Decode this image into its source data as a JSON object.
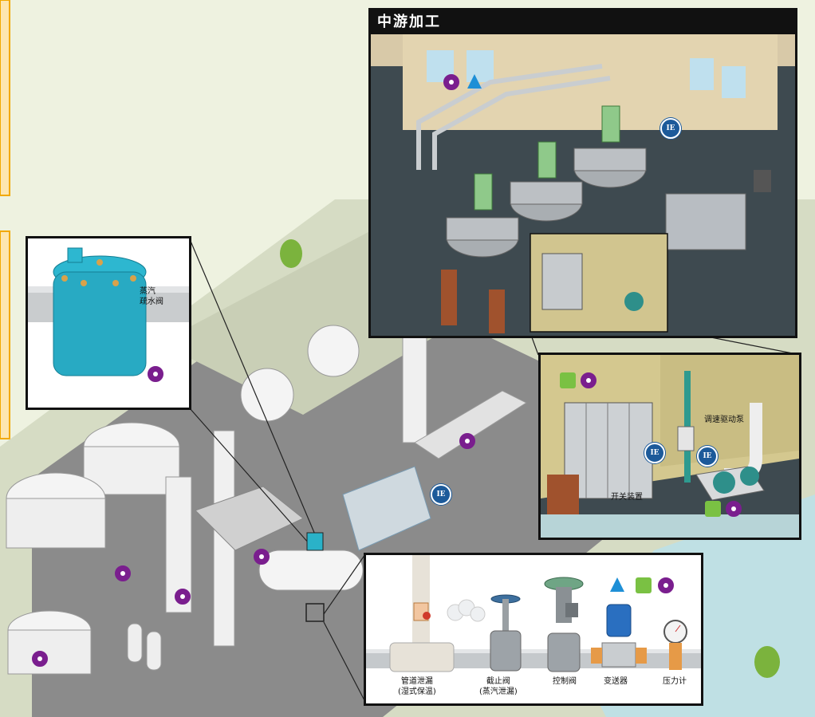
{
  "upstream_panel": {
    "title": "中游加工"
  },
  "steam_trap_callout": {
    "label": "蒸汽\n疏水阀"
  },
  "detail_panel": {
    "pump_label": "调速驱动泵",
    "switchgear_label": "开关装置"
  },
  "pipe_panel": {
    "items": [
      {
        "label": "管道泄漏\n(湿式保温)"
      },
      {
        "label": "截止阀\n(蒸汽泄漏)"
      },
      {
        "label": "控制阀"
      },
      {
        "label": "变送器"
      },
      {
        "label": "压力计"
      }
    ]
  },
  "icons": {
    "marker_color": "#7a1e8e",
    "ie_badge_text": "IE",
    "ie_color": "#1c5a9a",
    "square_color": "#7ac143",
    "triangle_color": "#1e8fd6"
  }
}
